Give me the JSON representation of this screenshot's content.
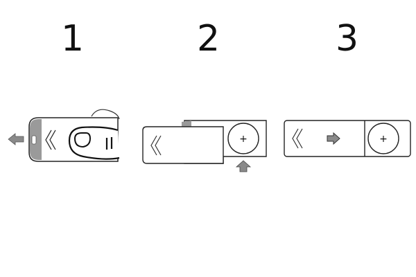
{
  "steps": [
    {
      "number": "1",
      "icon": "push-slide-left"
    },
    {
      "number": "2",
      "icon": "lift-cap-up"
    },
    {
      "number": "3",
      "icon": "slide-right-closed"
    }
  ],
  "colors": {
    "stroke": "#222222",
    "shade": "#9a9a9a",
    "arrow": "#8a8a8a"
  },
  "symbols": {
    "plus": "+"
  }
}
